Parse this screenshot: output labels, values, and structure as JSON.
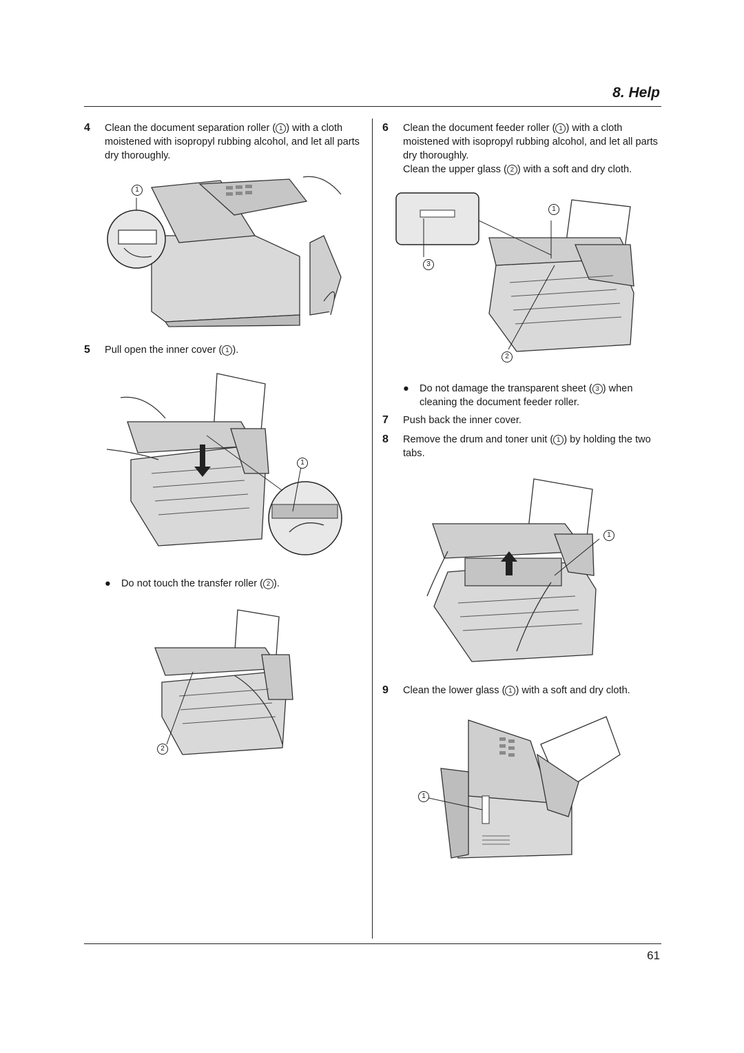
{
  "header": {
    "section": "8. Help"
  },
  "footer": {
    "page_number": "61"
  },
  "left_column": {
    "step4": {
      "num": "4",
      "text_a": "Clean the document separation roller (",
      "text_b": ") with a cloth moistened with isopropyl rubbing alcohol, and let all parts dry thoroughly.",
      "callout": "1",
      "figure_callouts": [
        "1"
      ]
    },
    "step5": {
      "num": "5",
      "text_a": "Pull open the inner cover (",
      "text_b": ").",
      "callout": "1",
      "figure_callouts": [
        "1"
      ]
    },
    "bullet_transfer": {
      "dot": "●",
      "text_a": "Do not touch the transfer roller (",
      "text_b": ").",
      "callout": "2",
      "figure_callouts": [
        "2"
      ]
    }
  },
  "right_column": {
    "step6": {
      "num": "6",
      "text_a": "Clean the document feeder roller (",
      "text_b": ") with a cloth moistened with isopropyl rubbing alcohol, and let all parts dry thoroughly.",
      "callout": "1",
      "line2_a": "Clean the upper glass (",
      "line2_b": ") with a soft and dry cloth.",
      "callout2": "2",
      "figure_callouts": [
        "1",
        "3",
        "2"
      ]
    },
    "bullet_sheet": {
      "dot": "●",
      "text_a": "Do not damage the transparent sheet (",
      "text_b": ") when cleaning the document feeder roller.",
      "callout": "3"
    },
    "step7": {
      "num": "7",
      "text": "Push back the inner cover."
    },
    "step8": {
      "num": "8",
      "text_a": "Remove the drum and toner unit (",
      "text_b": ") by holding the two tabs.",
      "callout": "1",
      "figure_callouts": [
        "1"
      ]
    },
    "step9": {
      "num": "9",
      "text_a": "Clean the lower glass (",
      "text_b": ") with a soft and dry cloth.",
      "callout": "1",
      "figure_callouts": [
        "1"
      ]
    }
  }
}
